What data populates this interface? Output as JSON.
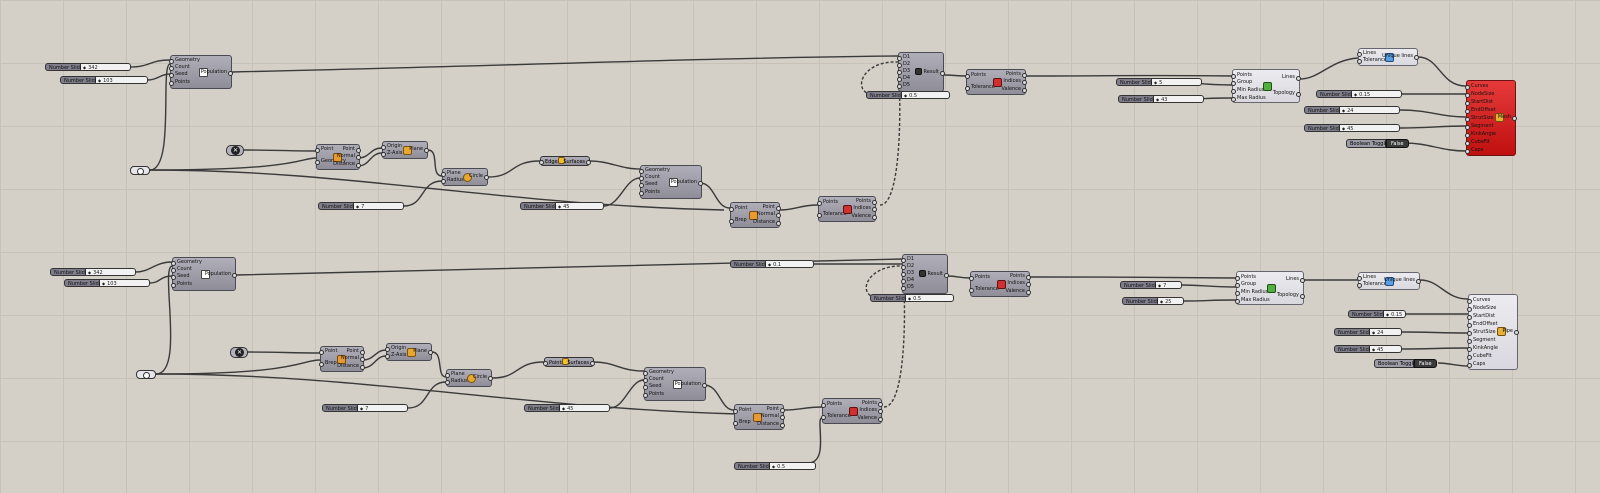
{
  "canvas": {
    "background": "#d4d0c8",
    "grid_color": "#c6c2b8"
  },
  "sliders": [
    {
      "id": "s1",
      "label": "Number Slider",
      "value": "342"
    },
    {
      "id": "s2",
      "label": "Number Slider",
      "value": "103"
    },
    {
      "id": "s3",
      "label": "Number Slider",
      "value": "7"
    },
    {
      "id": "s4",
      "label": "Number Slider",
      "value": "45"
    },
    {
      "id": "s5",
      "label": "Number Slider",
      "value": "0.5"
    },
    {
      "id": "s6",
      "label": "Number Slider",
      "value": "5"
    },
    {
      "id": "s7",
      "label": "Number Slider",
      "value": "43"
    },
    {
      "id": "s8",
      "label": "Number Slider",
      "value": "0.15"
    },
    {
      "id": "s9",
      "label": "Number Slider",
      "value": "24"
    },
    {
      "id": "s10",
      "label": "Number Slider",
      "value": "45"
    },
    {
      "id": "s11",
      "label": "Number Slider",
      "value": "342"
    },
    {
      "id": "s12",
      "label": "Number Slider",
      "value": "103"
    },
    {
      "id": "s13",
      "label": "Number Slider",
      "value": "0.1"
    },
    {
      "id": "s14",
      "label": "Number Slider",
      "value": "7"
    },
    {
      "id": "s15",
      "label": "Number Slider",
      "value": "45"
    },
    {
      "id": "s16",
      "label": "Number Slider",
      "value": "0.5"
    },
    {
      "id": "s17",
      "label": "Number Slider",
      "value": "0.5"
    },
    {
      "id": "s18",
      "label": "Number Slider",
      "value": "7"
    },
    {
      "id": "s19",
      "label": "Number Slider",
      "value": "25"
    },
    {
      "id": "s20",
      "label": "Number Slider",
      "value": "0.15"
    },
    {
      "id": "s21",
      "label": "Number Slider",
      "value": "24"
    },
    {
      "id": "s22",
      "label": "Number Slider",
      "value": "45"
    }
  ],
  "toggles": [
    {
      "label": "Boolean Toggle",
      "value": "False"
    },
    {
      "label": "Boolean Toggle",
      "value": "False"
    }
  ],
  "components": {
    "pop_top": {
      "inputs": [
        "Geometry",
        "Count",
        "Seed",
        "Points"
      ],
      "output": "Population"
    },
    "pop_mid": {
      "inputs": [
        "Geometry",
        "Count",
        "Seed",
        "Points"
      ],
      "output": "Population"
    },
    "pop_bot": {
      "inputs": [
        "Geometry",
        "Count",
        "Seed",
        "Points"
      ],
      "output": "Population"
    },
    "pop_low": {
      "inputs": [
        "Geometry",
        "Count",
        "Seed",
        "Points"
      ],
      "output": "Population"
    },
    "cp_top": {
      "inputs": [
        "Point",
        "Geometry"
      ],
      "outputs": [
        "Point",
        "Normal",
        "Distance"
      ]
    },
    "cp_mid": {
      "inputs": [
        "Point",
        "Brep"
      ],
      "outputs": [
        "Point",
        "Normal",
        "Distance"
      ]
    },
    "cp_bot": {
      "inputs": [
        "Point",
        "Brep"
      ],
      "outputs": [
        "Point",
        "Normal",
        "Distance"
      ]
    },
    "cp_low": {
      "inputs": [
        "Point",
        "Brep"
      ],
      "outputs": [
        "Point",
        "Normal",
        "Distance"
      ]
    },
    "plane_top": {
      "inputs": [
        "Origin",
        "Z-Axis"
      ],
      "output": "Plane"
    },
    "plane_bot": {
      "inputs": [
        "Origin",
        "Z-Axis"
      ],
      "output": "Plane"
    },
    "circle_top": {
      "inputs": [
        "Plane",
        "Radius"
      ],
      "output": "Circle"
    },
    "circle_bot": {
      "inputs": [
        "Plane",
        "Radius"
      ],
      "output": "Circle"
    },
    "surf_top": {
      "input": "Edges",
      "output": "Surfaces"
    },
    "surf_bot": {
      "input": "Points",
      "output": "Surfaces"
    },
    "cull_a": {
      "inputs": [
        "Points",
        "Tolerance"
      ],
      "outputs": [
        "Points",
        "Indices",
        "Valence"
      ]
    },
    "cull_b": {
      "inputs": [
        "Points",
        "Tolerance"
      ],
      "outputs": [
        "Points",
        "Indices",
        "Valence"
      ]
    },
    "cull_c": {
      "inputs": [
        "Points",
        "Tolerance"
      ],
      "outputs": [
        "Points",
        "Indices",
        "Valence"
      ]
    },
    "cull_d": {
      "inputs": [
        "Points",
        "Tolerance"
      ],
      "outputs": [
        "Points",
        "Indices",
        "Valence"
      ]
    },
    "merge_top": {
      "inputs": [
        "D1",
        "D2",
        "D3",
        "D4",
        "D5"
      ],
      "output": "Result"
    },
    "merge_bot": {
      "inputs": [
        "D1",
        "D2",
        "D3",
        "D4",
        "D5"
      ],
      "output": "Result"
    },
    "voronoi_top": {
      "inputs": [
        "Points",
        "Group",
        "Min Radius",
        "Max Radius"
      ],
      "outputs": [
        "Lines",
        "Topology"
      ]
    },
    "voronoi_bot": {
      "inputs": [
        "Points",
        "Group",
        "Min Radius",
        "Max Radius"
      ],
      "outputs": [
        "Lines",
        "Topology"
      ]
    },
    "unique_top": {
      "inputs": [
        "Lines",
        "Tolerance"
      ],
      "output": "Unique lines"
    },
    "unique_bot": {
      "inputs": [
        "Lines",
        "Tolerance"
      ],
      "output": "Unique lines"
    },
    "pipe_top": {
      "inputs": [
        "Curves",
        "NodeSize",
        "StartDist",
        "EndOffset",
        "StrutSize",
        "Segment",
        "KinkAngle",
        "CubeFit",
        "Caps"
      ],
      "output": "Mesh"
    },
    "pipe_bot": {
      "inputs": [
        "Curves",
        "NodeSize",
        "StartDist",
        "EndOffset",
        "StrutSize",
        "Segment",
        "KinkAngle",
        "CubeFit",
        "Caps"
      ],
      "output": "Pipe"
    }
  },
  "icons": {
    "population": "population-icon",
    "closest": "closest-point-icon",
    "plane": "plane-icon",
    "circle": "circle-icon",
    "surface": "surface-icon",
    "cull": "cull-duplicates-icon",
    "merge": "merge-icon",
    "voronoi": "voronoi-icon",
    "unique": "unique-lines-icon",
    "pipe": "exoskeleton-icon"
  },
  "colors": {
    "node": "#9e9ca8",
    "node_border": "#4a4a52",
    "pipe_node": "#d81e1e",
    "wire": "#3a3a3a"
  }
}
